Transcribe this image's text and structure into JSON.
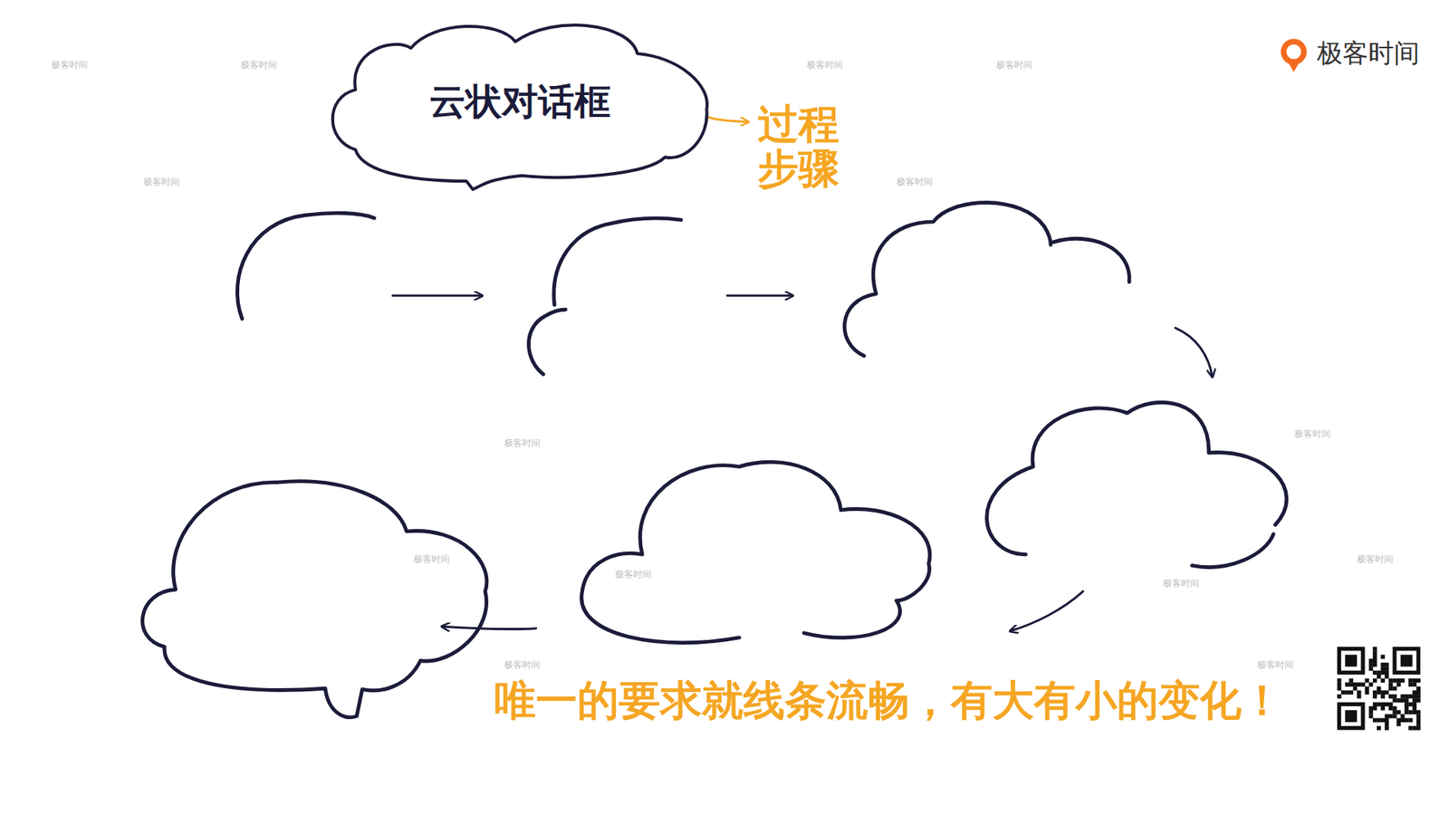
{
  "diagram": {
    "nodes": [
      {
        "text": [
          "云状对话框"
        ]
      }
    ],
    "labels": [
      "过程步骤",
      "唯一的要求就线条流畅，有大有小的变化！",
      "极客时间",
      "极客时间",
      "极客时间",
      "极客时间",
      "极客时间",
      "极客时间",
      "极客时间",
      "极客时间",
      "极客时间",
      "极客时间",
      "极客时间",
      "极客时间",
      "极客时间",
      "极客时间",
      "极客时间"
    ]
  }
}
